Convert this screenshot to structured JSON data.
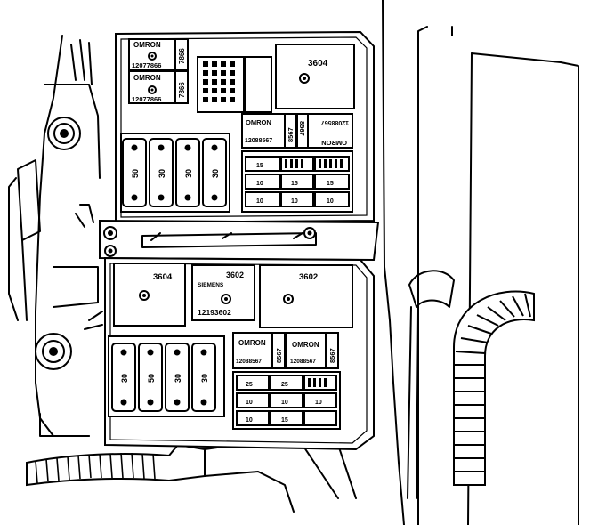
{
  "labels": {
    "relay_top": "3604",
    "omron_a_brand": "OMRON",
    "omron_a_part": "12077866",
    "omron_a_side": "7866",
    "omron_b_brand": "OMRON",
    "omron_b_part": "12077866",
    "omron_b_side": "7866",
    "omron_c_brand": "OMRON",
    "omron_c_part": "12088567",
    "omron_c_side": "8567",
    "omron_d_brand": "OMRON",
    "omron_d_part": "12088567",
    "omron_d_side": "8567",
    "lower_relay_left": "3604",
    "lower_relay_mid": "3602",
    "lower_relay_mid_brand": "SIEMENS",
    "lower_relay_mid_part": "12193602",
    "lower_relay_right": "3602",
    "omron_e_brand": "OMRON",
    "omron_e_part": "12088567",
    "omron_e_side": "8567",
    "omron_f_brand": "OMRON",
    "omron_f_part": "12088567",
    "omron_f_side": "8567"
  },
  "fuses": {
    "upper_maxi": [
      "50",
      "30",
      "30",
      "30"
    ],
    "lower_maxi": [
      "30",
      "50",
      "30",
      "30"
    ]
  },
  "minifuses": {
    "upper": [
      "15",
      "10",
      "15",
      "15",
      "10",
      "10",
      "10"
    ],
    "lower": [
      "25",
      "25",
      "10",
      "10",
      "10",
      "10",
      "15"
    ]
  }
}
